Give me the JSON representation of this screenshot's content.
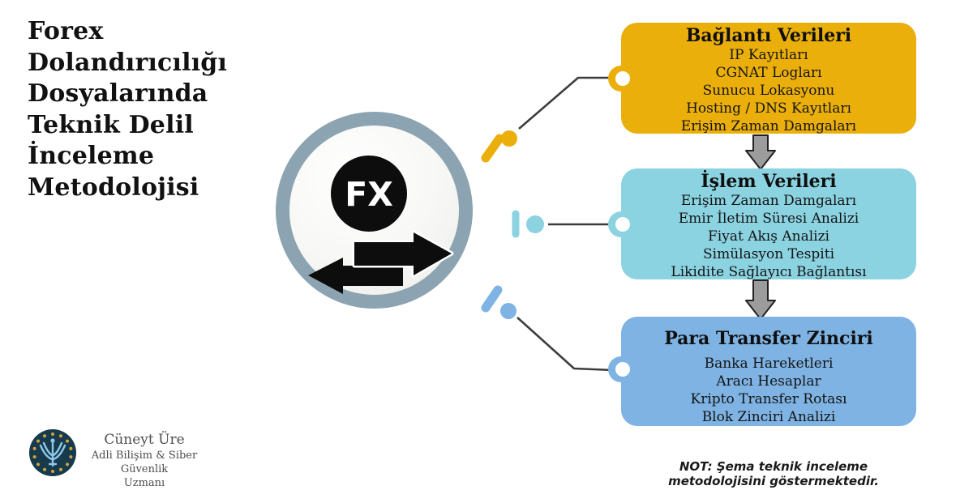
{
  "title": {
    "full": "Forex Dolandırıcılığı Dosyalarında Teknik Delil İnceleme Metodolojisi",
    "lines": [
      "Forex",
      "Dolandırıcılığı",
      "Dosyalarında",
      "Teknik Delil",
      "İnceleme",
      "Metodolojisi"
    ]
  },
  "hub": {
    "label": "FX"
  },
  "boxes": [
    {
      "title": "Bağlantı Verileri",
      "items": [
        "IP Kayıtları",
        "CGNAT Logları",
        "Sunucu Lokasyonu",
        "Hosting / DNS Kayıtları",
        "Erişim Zaman Damgaları"
      ],
      "color": "#EBAF0C"
    },
    {
      "title": "İşlem Verileri",
      "items": [
        "Erişim Zaman Damgaları",
        "Emir İletim Süresi Analizi",
        "Fiyat Akış Analizi",
        "Simülasyon Tespiti",
        "Likidite Sağlayıcı Bağlantısı"
      ],
      "color": "#8BD3E1"
    },
    {
      "title": "Para Transfer Zinciri",
      "items": [
        "Banka Hareketleri",
        "Aracı Hesaplar",
        "Kripto Transfer Rotası",
        "Blok Zinciri Analizi"
      ],
      "color": "#7FB3E3"
    }
  ],
  "footer": {
    "author": "Cüneyt Üre",
    "role_line1": "Adli Bilişim & Siber Güvenlik",
    "role_line2": "Uzmanı",
    "note": "NOT: Şema teknik inceleme metodolojisini göstermektedir."
  },
  "colors": {
    "gold": "#EBAF0C",
    "cyan": "#8BD3E1",
    "blue": "#7FB3E3",
    "ring": "#8CA4B2",
    "line": "#3D3D3D",
    "flow_arrow": "#9C9C9C"
  }
}
